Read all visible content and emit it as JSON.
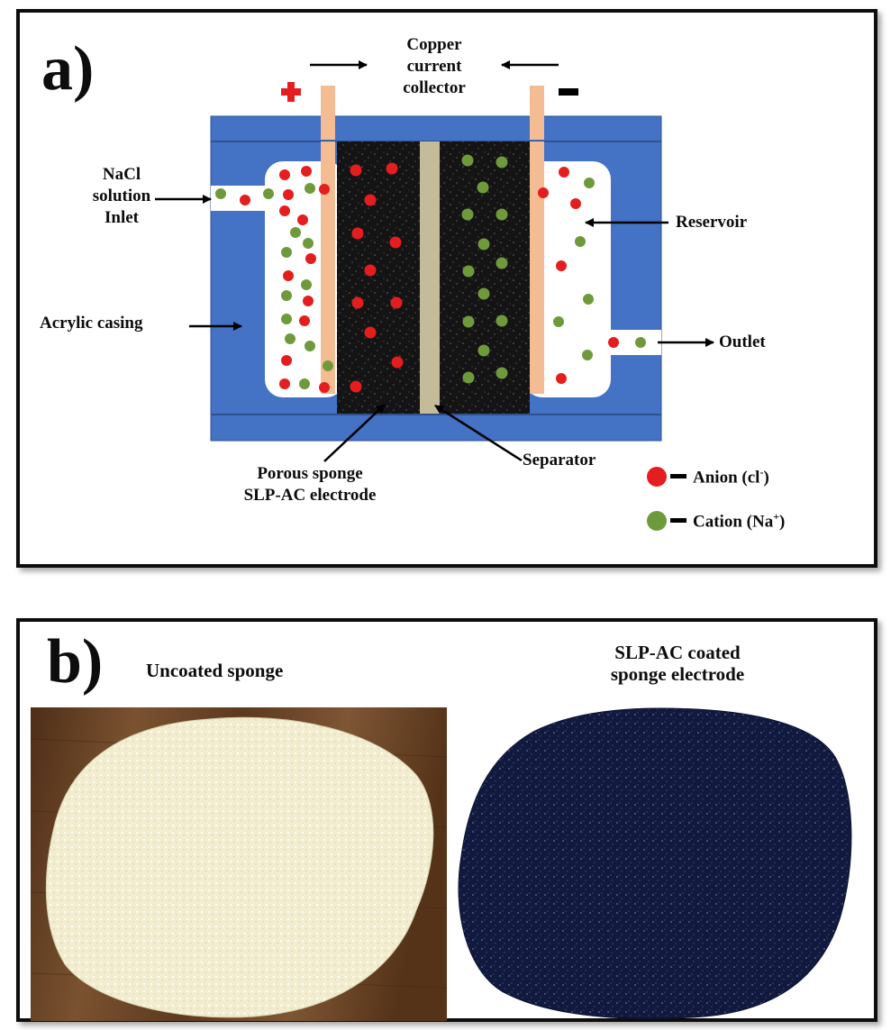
{
  "panel_a": {
    "letter": "a)",
    "labels": {
      "collector_line1": "Copper",
      "collector_line2": "current",
      "collector_line3": "collector",
      "inlet_line1": "NaCl",
      "inlet_line2": "solution",
      "inlet_line3": "Inlet",
      "reservoir": "Reservoir",
      "acrylic_casing": "Acrylic casing",
      "outlet": "Outlet",
      "electrode_line1": "Porous sponge",
      "electrode_line2": "SLP-AC electrode",
      "separator": "Separator"
    },
    "legend": [
      {
        "color": "#e41e1e",
        "label": "Anion (cl",
        "sup": "-",
        "tail": ")"
      },
      {
        "color": "#6f9a3c",
        "label": "Cation (Na",
        "sup": "+",
        "tail": ")"
      }
    ],
    "colors": {
      "casing": "#4472c4",
      "reservoir": "#ffffff",
      "collector": "#f4bc93",
      "electrode": "#141414",
      "separator": "#c4bb98",
      "anion": "#e41e1e",
      "cation": "#6f9a3c",
      "plus": "#e41e1e",
      "minus": "#000000"
    }
  },
  "panel_b": {
    "letter": "b)",
    "left_caption": "Uncoated sponge",
    "right_caption_line1": "SLP-AC coated",
    "right_caption_line2": "sponge electrode",
    "colors": {
      "wood": "#6b4426",
      "uncoated_sponge": "#f3eed0",
      "coated_sponge": "#0f1636"
    }
  }
}
